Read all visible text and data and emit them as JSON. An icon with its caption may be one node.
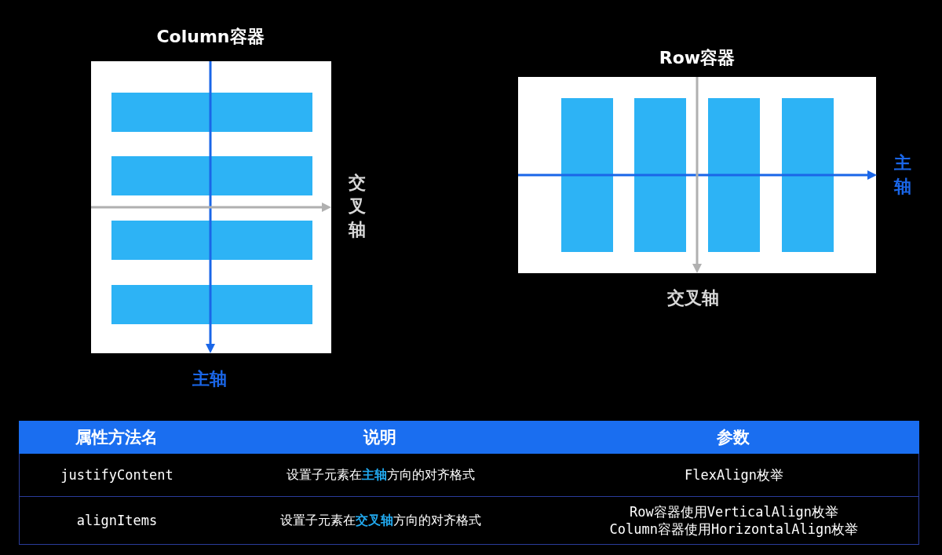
{
  "diagram": {
    "nodes": [
      {
        "text": [
          "Column容器"
        ]
      },
      {
        "text": [],
        "shape": "bar",
        "in": 0
      },
      {
        "text": [],
        "shape": "bar",
        "in": 0
      },
      {
        "text": [],
        "shape": "bar",
        "in": 0
      },
      {
        "text": [],
        "shape": "bar",
        "in": 0
      },
      {
        "text": [
          "Row容器"
        ]
      },
      {
        "text": [],
        "shape": "bar",
        "in": 5
      },
      {
        "text": [],
        "shape": "bar",
        "in": 5
      },
      {
        "text": [],
        "shape": "bar",
        "in": 5
      },
      {
        "text": [],
        "shape": "bar",
        "in": 5
      }
    ],
    "edges": [],
    "labels": [
      "交叉轴",
      "主轴",
      "交叉轴",
      "主轴",
      "属性方法名",
      "说明",
      "参数",
      "justifyContent",
      "设置子元素在**主轴**方向的对齐格式",
      "FlexAlign枚举",
      "alignItems",
      "设置子元素在**交叉轴**方向的对齐格式",
      "Row容器使用VerticalAlign枚举",
      "Column容器使用HorizontalAlign枚举"
    ]
  }
}
